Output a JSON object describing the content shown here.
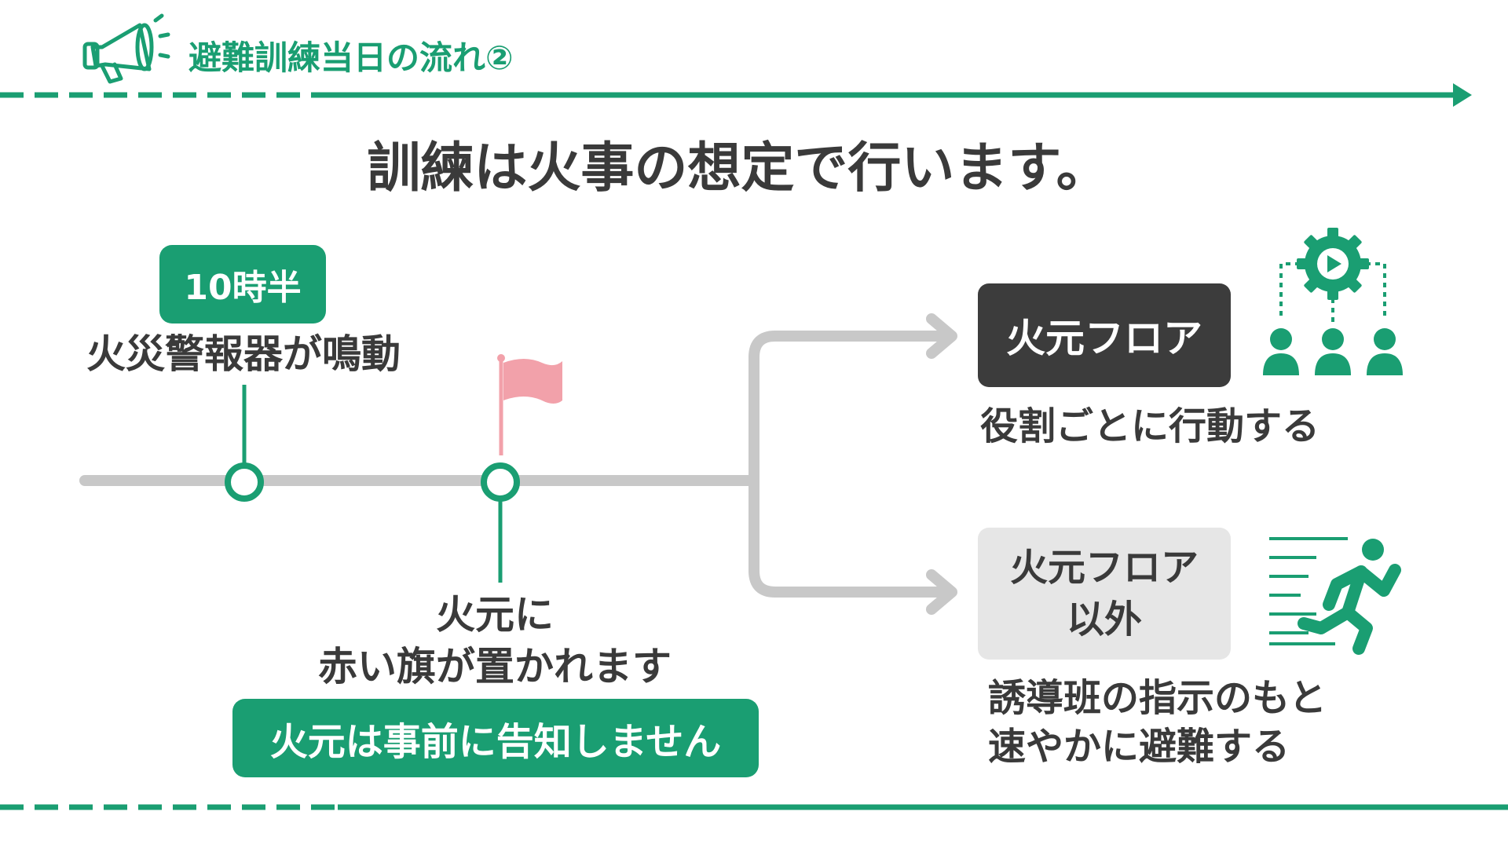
{
  "header": {
    "title": "避難訓練当日の流れ②",
    "icon": "megaphone-icon"
  },
  "main_title": "訓練は火事の想定で行います。",
  "timeline": {
    "time_badge": "10時半",
    "alarm_label": "火災警報器が鳴動",
    "flag_label_line1": "火元に",
    "flag_label_line2": "赤い旗が置かれます",
    "flag_icon": "red-flag-icon",
    "notice": "火元は事前に告知しません"
  },
  "branches": {
    "fire_floor": {
      "label": "火元フロア",
      "description": "役割ごとに行動する",
      "icon": "team-gear-icon"
    },
    "other_floors": {
      "label_line1": "火元フロア",
      "label_line2": "以外",
      "description_line1": "誘導班の指示のもと",
      "description_line2": "速やかに避難する",
      "icon": "running-person-icon"
    }
  },
  "colors": {
    "accent": "#1a9e72",
    "timeline_gray": "#c8c8c8",
    "dark_box": "#3c3c3c",
    "light_box": "#e6e6e6",
    "flag_pink": "#f2a1aa",
    "text": "#3a3a3a"
  }
}
